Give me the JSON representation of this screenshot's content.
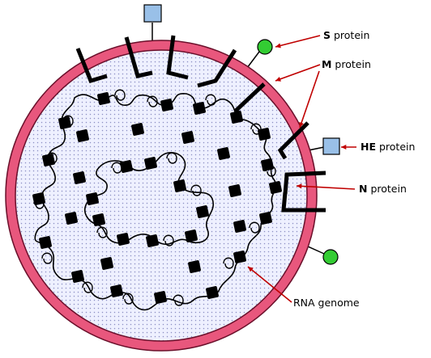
{
  "colors": {
    "membrane": "#e8577d",
    "membrane_edge": "#6a0f2a",
    "core_fill": "#eef0ff",
    "core_dots": "#8c8fc4",
    "protein_black": "#000000",
    "s_protein": "#33cc33",
    "he_protein": "#99c0e8",
    "leader_line": "#c00000"
  },
  "labels": {
    "s": {
      "bold": "S",
      "rest": " protein"
    },
    "m": {
      "bold": "M",
      "rest": " protein"
    },
    "he": {
      "bold": "HE",
      "rest": " protein"
    },
    "n": {
      "bold": "N",
      "rest": " protein"
    },
    "rna": {
      "text": "RNA genome"
    }
  },
  "icons": {
    "s_protein": "green-circle",
    "he_protein": "blue-square",
    "m_protein": "black-bent-bar",
    "n_protein": "black-square-bead"
  }
}
